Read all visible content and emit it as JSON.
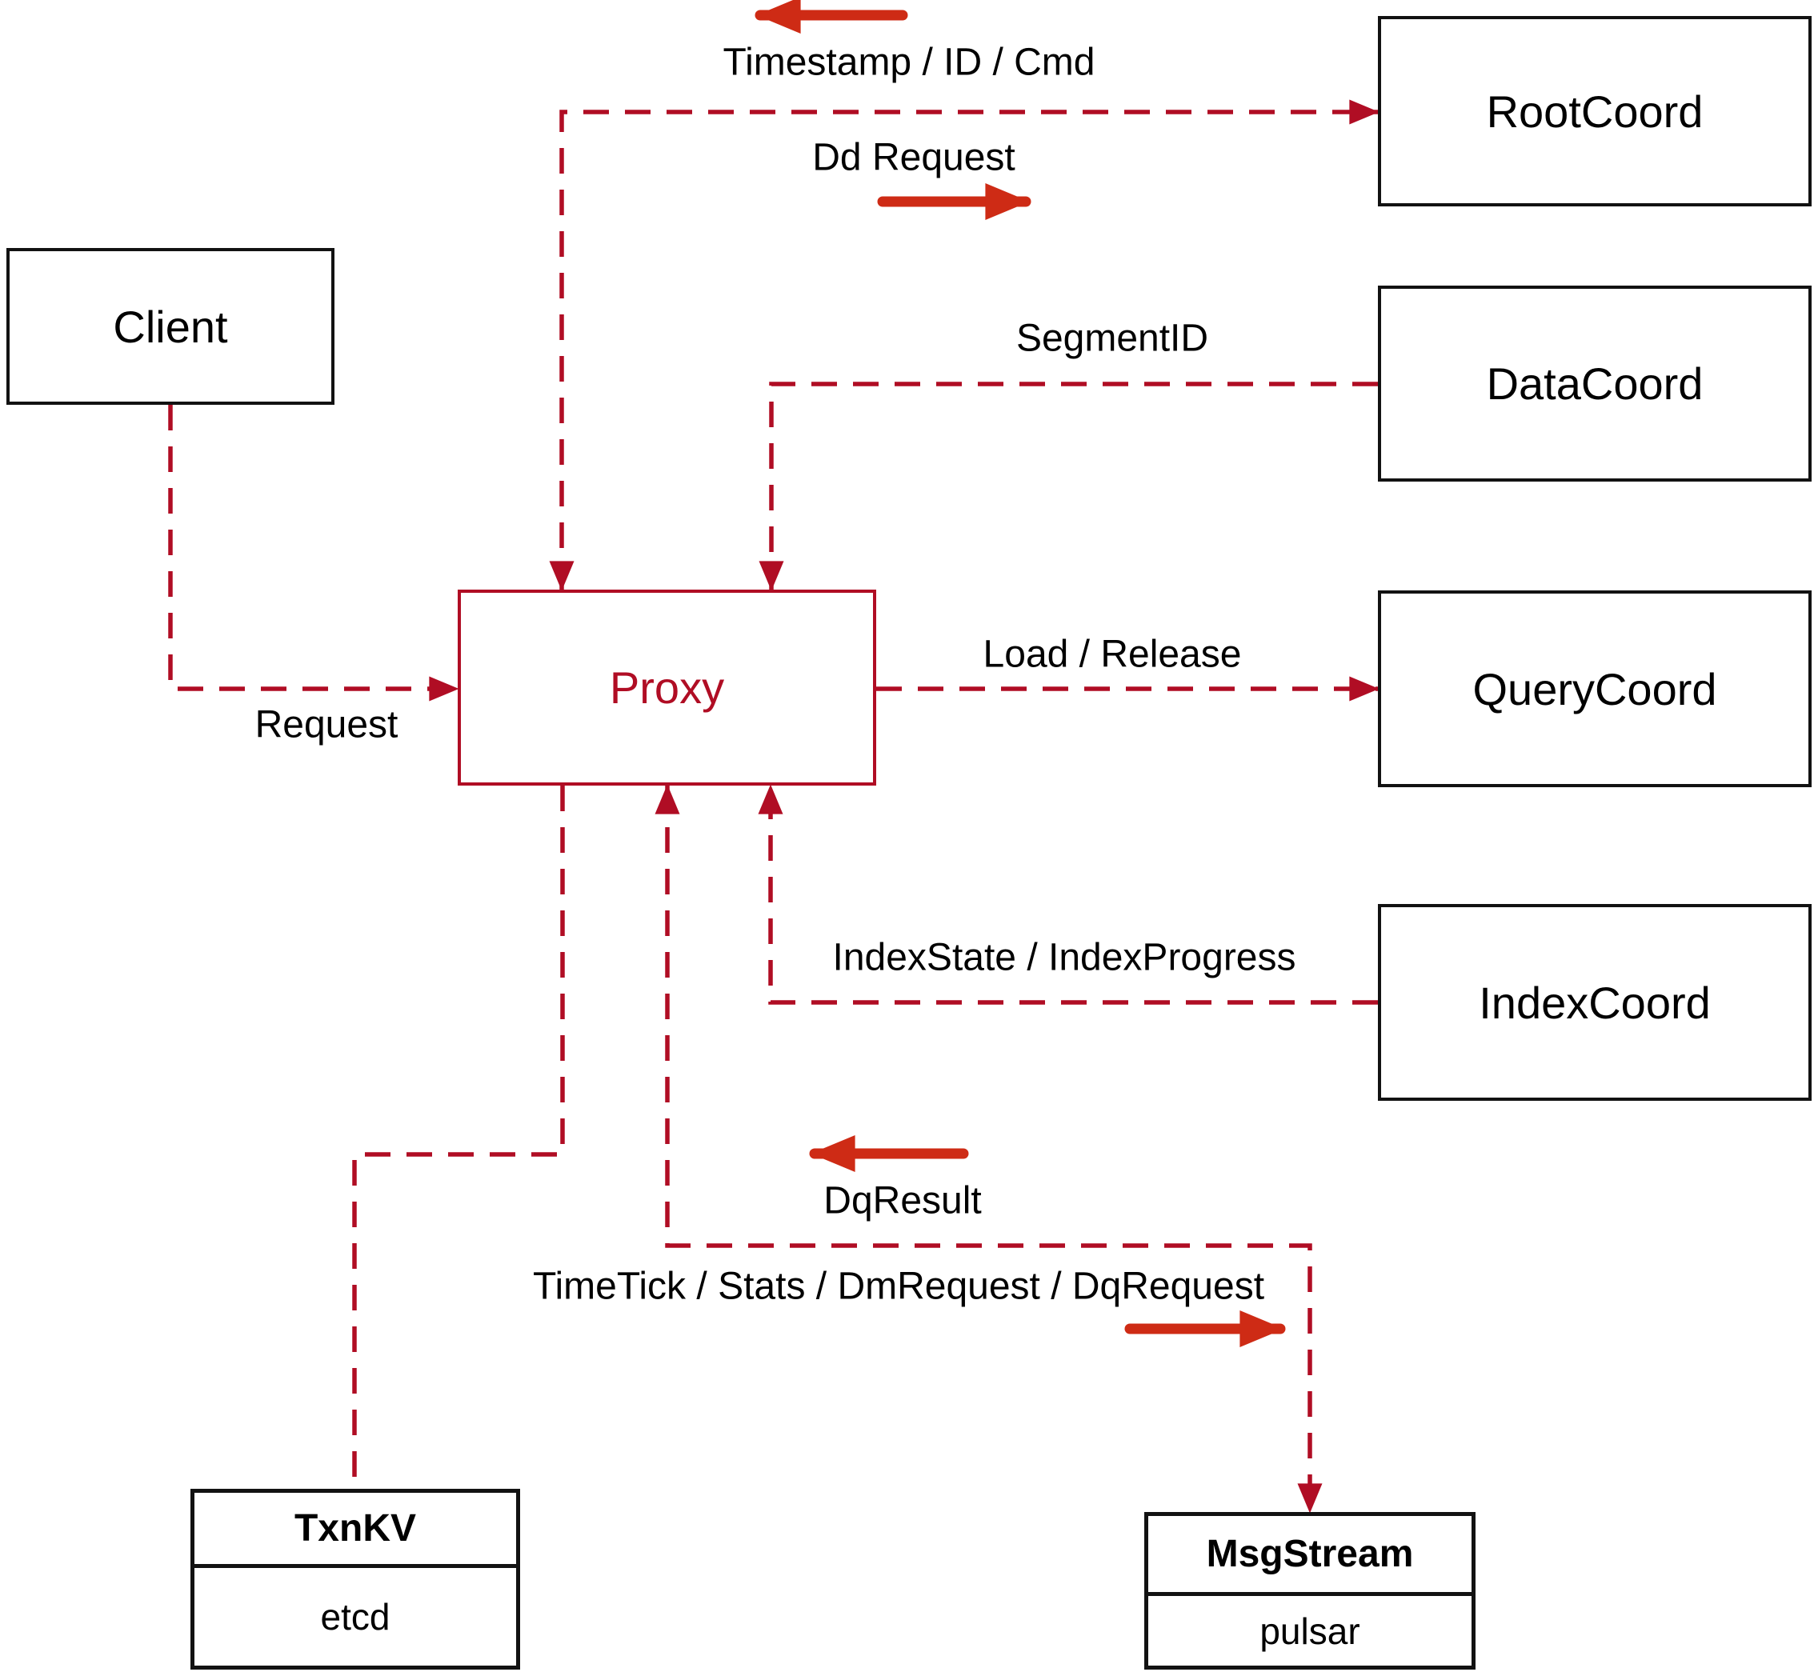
{
  "colors": {
    "dashed_line": "#b00d24",
    "solid_arrow": "#ce2b15",
    "box_border": "#121212",
    "proxy_accent": "#b00d24",
    "text": "#000000",
    "background": "#ffffff"
  },
  "nodes": {
    "client": {
      "label": "Client"
    },
    "proxy": {
      "label": "Proxy"
    },
    "root_coord": {
      "label": "RootCoord"
    },
    "data_coord": {
      "label": "DataCoord"
    },
    "query_coord": {
      "label": "QueryCoord"
    },
    "index_coord": {
      "label": "IndexCoord"
    },
    "txn_kv": {
      "title": "TxnKV",
      "subtitle": "etcd"
    },
    "msg_stream": {
      "title": "MsgStream",
      "subtitle": "pulsar"
    }
  },
  "edges": {
    "proxy_root": {
      "label_return": "Timestamp / ID / Cmd",
      "label_send": "Dd Request"
    },
    "data_proxy": {
      "label": "SegmentID"
    },
    "client_proxy": {
      "label": "Request"
    },
    "proxy_query": {
      "label": "Load / Release"
    },
    "index_proxy": {
      "label": "IndexState / IndexProgress"
    },
    "proxy_msg": {
      "label_return": "DqResult",
      "label_send": "TimeTick / Stats / DmRequest / DqRequest"
    }
  }
}
